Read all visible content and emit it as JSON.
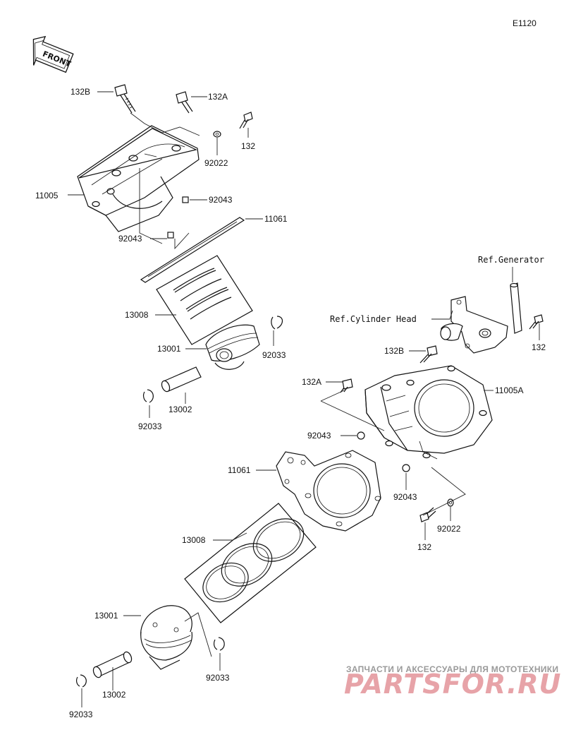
{
  "diagram_code": "E1120",
  "front_badge": "FRONT",
  "labels": {
    "p132B_top": "132B",
    "p132A_top": "132A",
    "p132_top": "132",
    "p92022_top": "92022",
    "p11005": "11005",
    "p92043_top_r": "92043",
    "p11061_top": "11061",
    "p92043_top_l": "92043",
    "p13008_top": "13008",
    "p13001_top": "13001",
    "p92033_top_r": "92033",
    "p13002_top": "13002",
    "p92033_top_l": "92033",
    "ref_generator": "Ref.Generator",
    "ref_cylinder_head": "Ref.Cylinder Head",
    "p132_right": "132",
    "p132B_right": "132B",
    "p132A_right": "132A",
    "p11005A": "11005A",
    "p92043_bot_l": "92043",
    "p11061_bot": "11061",
    "p92043_bot_r": "92043",
    "p92022_bot": "92022",
    "p132_bot": "132",
    "p13008_bot": "13008",
    "p13001_bot": "13001",
    "p92033_bot_r": "92033",
    "p13002_bot": "13002",
    "p92033_bot_l": "92033"
  },
  "watermark": {
    "line1": "ЗАПЧАСТИ И АКСЕССУАРЫ ДЛЯ МОТОТЕХНИКИ",
    "line2": "PARTSFOR.RU"
  }
}
